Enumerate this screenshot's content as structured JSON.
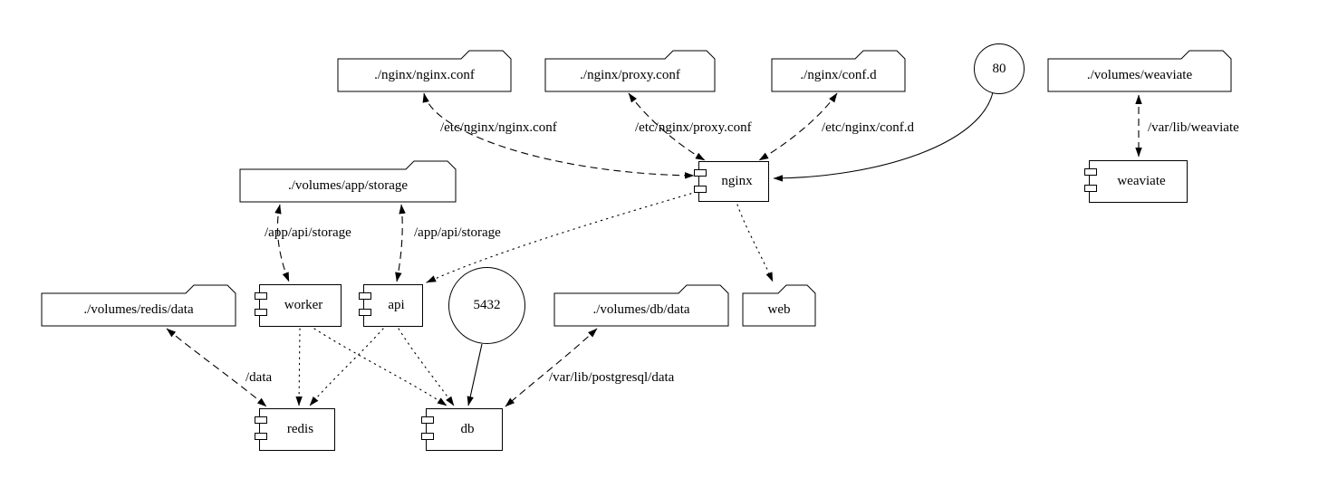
{
  "diagram_type": "docker-compose-graph",
  "colors": {
    "stroke": "#000000",
    "background": "#ffffff"
  },
  "nodes": {
    "nginx_conf": {
      "label": "./nginx/nginx.conf",
      "type": "volume-folder"
    },
    "proxy_conf": {
      "label": "./nginx/proxy.conf",
      "type": "volume-folder"
    },
    "conf_d": {
      "label": "./nginx/conf.d",
      "type": "volume-folder"
    },
    "port_80": {
      "label": "80",
      "type": "port"
    },
    "volumes_weaviate": {
      "label": "./volumes/weaviate",
      "type": "volume-folder"
    },
    "volumes_app_storage": {
      "label": "./volumes/app/storage",
      "type": "volume-folder"
    },
    "nginx": {
      "label": "nginx",
      "type": "service"
    },
    "weaviate": {
      "label": "weaviate",
      "type": "service"
    },
    "volumes_redis_data": {
      "label": "./volumes/redis/data",
      "type": "volume-folder"
    },
    "worker": {
      "label": "worker",
      "type": "service"
    },
    "api": {
      "label": "api",
      "type": "service"
    },
    "port_5432": {
      "label": "5432",
      "type": "port"
    },
    "volumes_db_data": {
      "label": "./volumes/db/data",
      "type": "volume-folder"
    },
    "web": {
      "label": "web",
      "type": "volume-folder"
    },
    "redis": {
      "label": "redis",
      "type": "service"
    },
    "db": {
      "label": "db",
      "type": "service"
    }
  },
  "edge_labels": {
    "nginx_conf_mount": "/etc/nginx/nginx.conf",
    "proxy_conf_mount": "/etc/nginx/proxy.conf",
    "conf_d_mount": "/etc/nginx/conf.d",
    "weaviate_mount": "/var/lib/weaviate",
    "worker_storage_mount": "/app/api/storage",
    "api_storage_mount": "/app/api/storage",
    "redis_mount": "/data",
    "db_mount": "/var/lib/postgresql/data"
  }
}
